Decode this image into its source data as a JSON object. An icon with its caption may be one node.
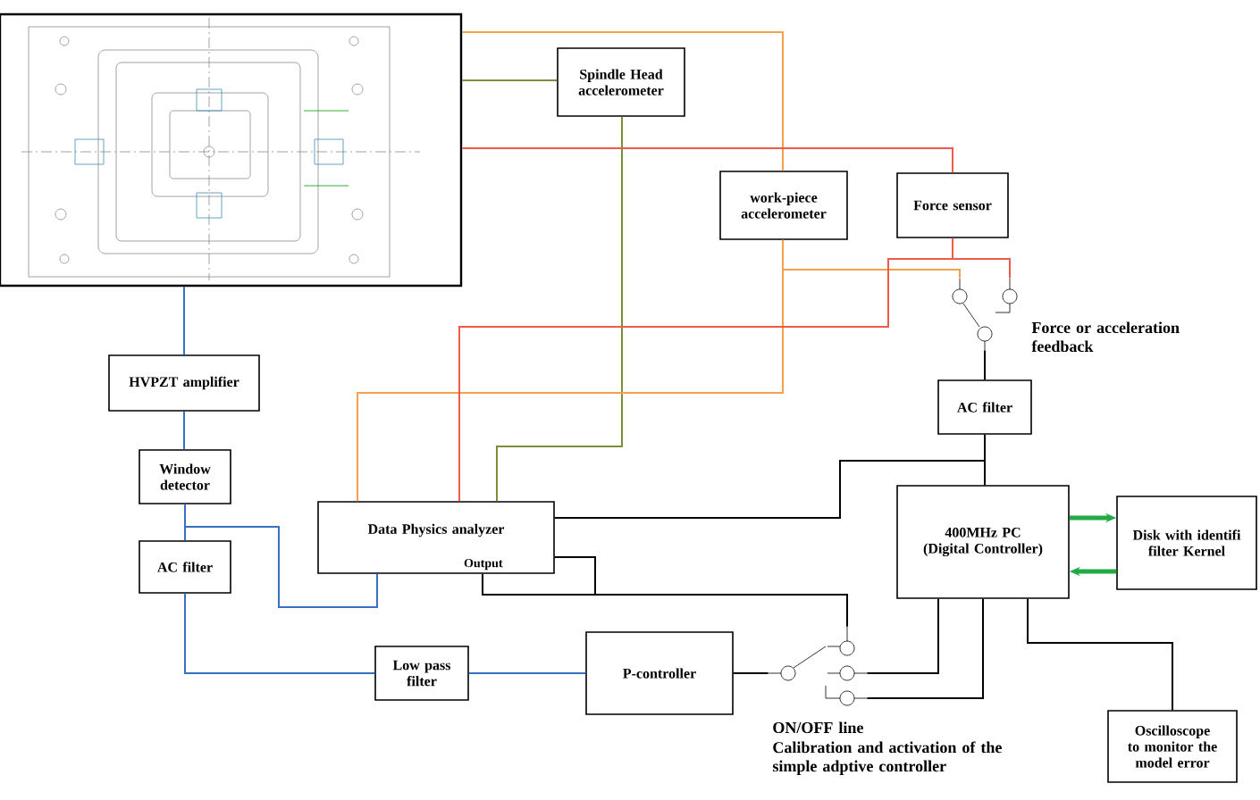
{
  "diagram": {
    "nodes": [
      {
        "text": [],
        "shape": "picture"
      },
      {
        "text": [
          "Spindle Head accelerometer"
        ]
      },
      {
        "text": [
          "work-piece accelerometer"
        ]
      },
      {
        "text": [
          "Force sensor"
        ]
      },
      {
        "text": [
          "HVPZT amplifier"
        ]
      },
      {
        "text": [
          "Window detector"
        ]
      },
      {
        "text": [
          "AC filter"
        ]
      },
      {
        "text": [
          "Data Physics analyzer",
          "Output"
        ]
      },
      {
        "text": [
          "Low pass filter"
        ]
      },
      {
        "text": [
          "P-controller"
        ]
      },
      {
        "text": [
          "AC filter"
        ]
      },
      {
        "text": [
          "400MHz PC (Digital Controller)"
        ]
      },
      {
        "text": [
          "Disk with identifi filter Kernel"
        ]
      },
      {
        "text": [
          "Oscilloscope to monitor the model error"
        ]
      },
      {
        "text": [],
        "shape": "switch",
        "beside": [
          "Force or acceleration feedback"
        ]
      },
      {
        "text": [],
        "shape": "switch",
        "beside": [
          "ON/OFF line",
          "Calibration and activation of the simple adptive controller"
        ]
      }
    ],
    "edges": [
      {
        "from": 4,
        "to": 0,
        "arrow": "none",
        "color": "#3a6fc8"
      },
      {
        "from": 4,
        "to": 5,
        "arrow": "none",
        "color": "#3a6fc8"
      },
      {
        "from": 5,
        "to": 6,
        "arrow": "none",
        "color": "#3a6fc8"
      },
      {
        "from": 5,
        "to": 7,
        "arrow": "none",
        "color": "#3a6fc8"
      },
      {
        "from": 6,
        "to": 8,
        "arrow": "none",
        "color": "#3a6fc8"
      },
      {
        "from": 8,
        "to": 9,
        "arrow": "none",
        "color": "#3a6fc8"
      },
      {
        "from": 0,
        "to": 1,
        "arrow": "none",
        "color": "#7a8f3a"
      },
      {
        "from": 1,
        "to": 7,
        "arrow": "none",
        "color": "#7a8f3a"
      },
      {
        "from": 0,
        "to": 2,
        "arrow": "none",
        "color": "#f5a04a"
      },
      {
        "from": 2,
        "to": 7,
        "arrow": "none",
        "color": "#f5a04a"
      },
      {
        "from": 2,
        "to": 14,
        "arrow": "none",
        "color": "#f5a04a"
      },
      {
        "from": 0,
        "to": 3,
        "arrow": "none",
        "color": "#f05a4a"
      },
      {
        "from": 3,
        "to": 7,
        "arrow": "none",
        "color": "#f05a4a"
      },
      {
        "from": 3,
        "to": 14,
        "arrow": "none",
        "color": "#f05a4a"
      },
      {
        "from": 14,
        "to": 10,
        "arrow": "none"
      },
      {
        "from": 10,
        "to": 11,
        "arrow": "none"
      },
      {
        "from": 7,
        "to": 11,
        "arrow": "none"
      },
      {
        "from": 7,
        "to": 15,
        "arrow": "none"
      },
      {
        "from": 7,
        "to": 15,
        "arrow": "none"
      },
      {
        "from": 9,
        "to": 15,
        "arrow": "none"
      },
      {
        "from": 11,
        "to": 15,
        "arrow": "none"
      },
      {
        "from": 11,
        "to": 15,
        "arrow": "none"
      },
      {
        "from": 11,
        "to": 13,
        "arrow": "none"
      },
      {
        "from": 11,
        "to": 12,
        "arrow": "to",
        "color": "#22aa44",
        "style": "thick"
      },
      {
        "from": 12,
        "to": 11,
        "arrow": "to",
        "color": "#22aa44",
        "style": "thick"
      }
    ]
  }
}
